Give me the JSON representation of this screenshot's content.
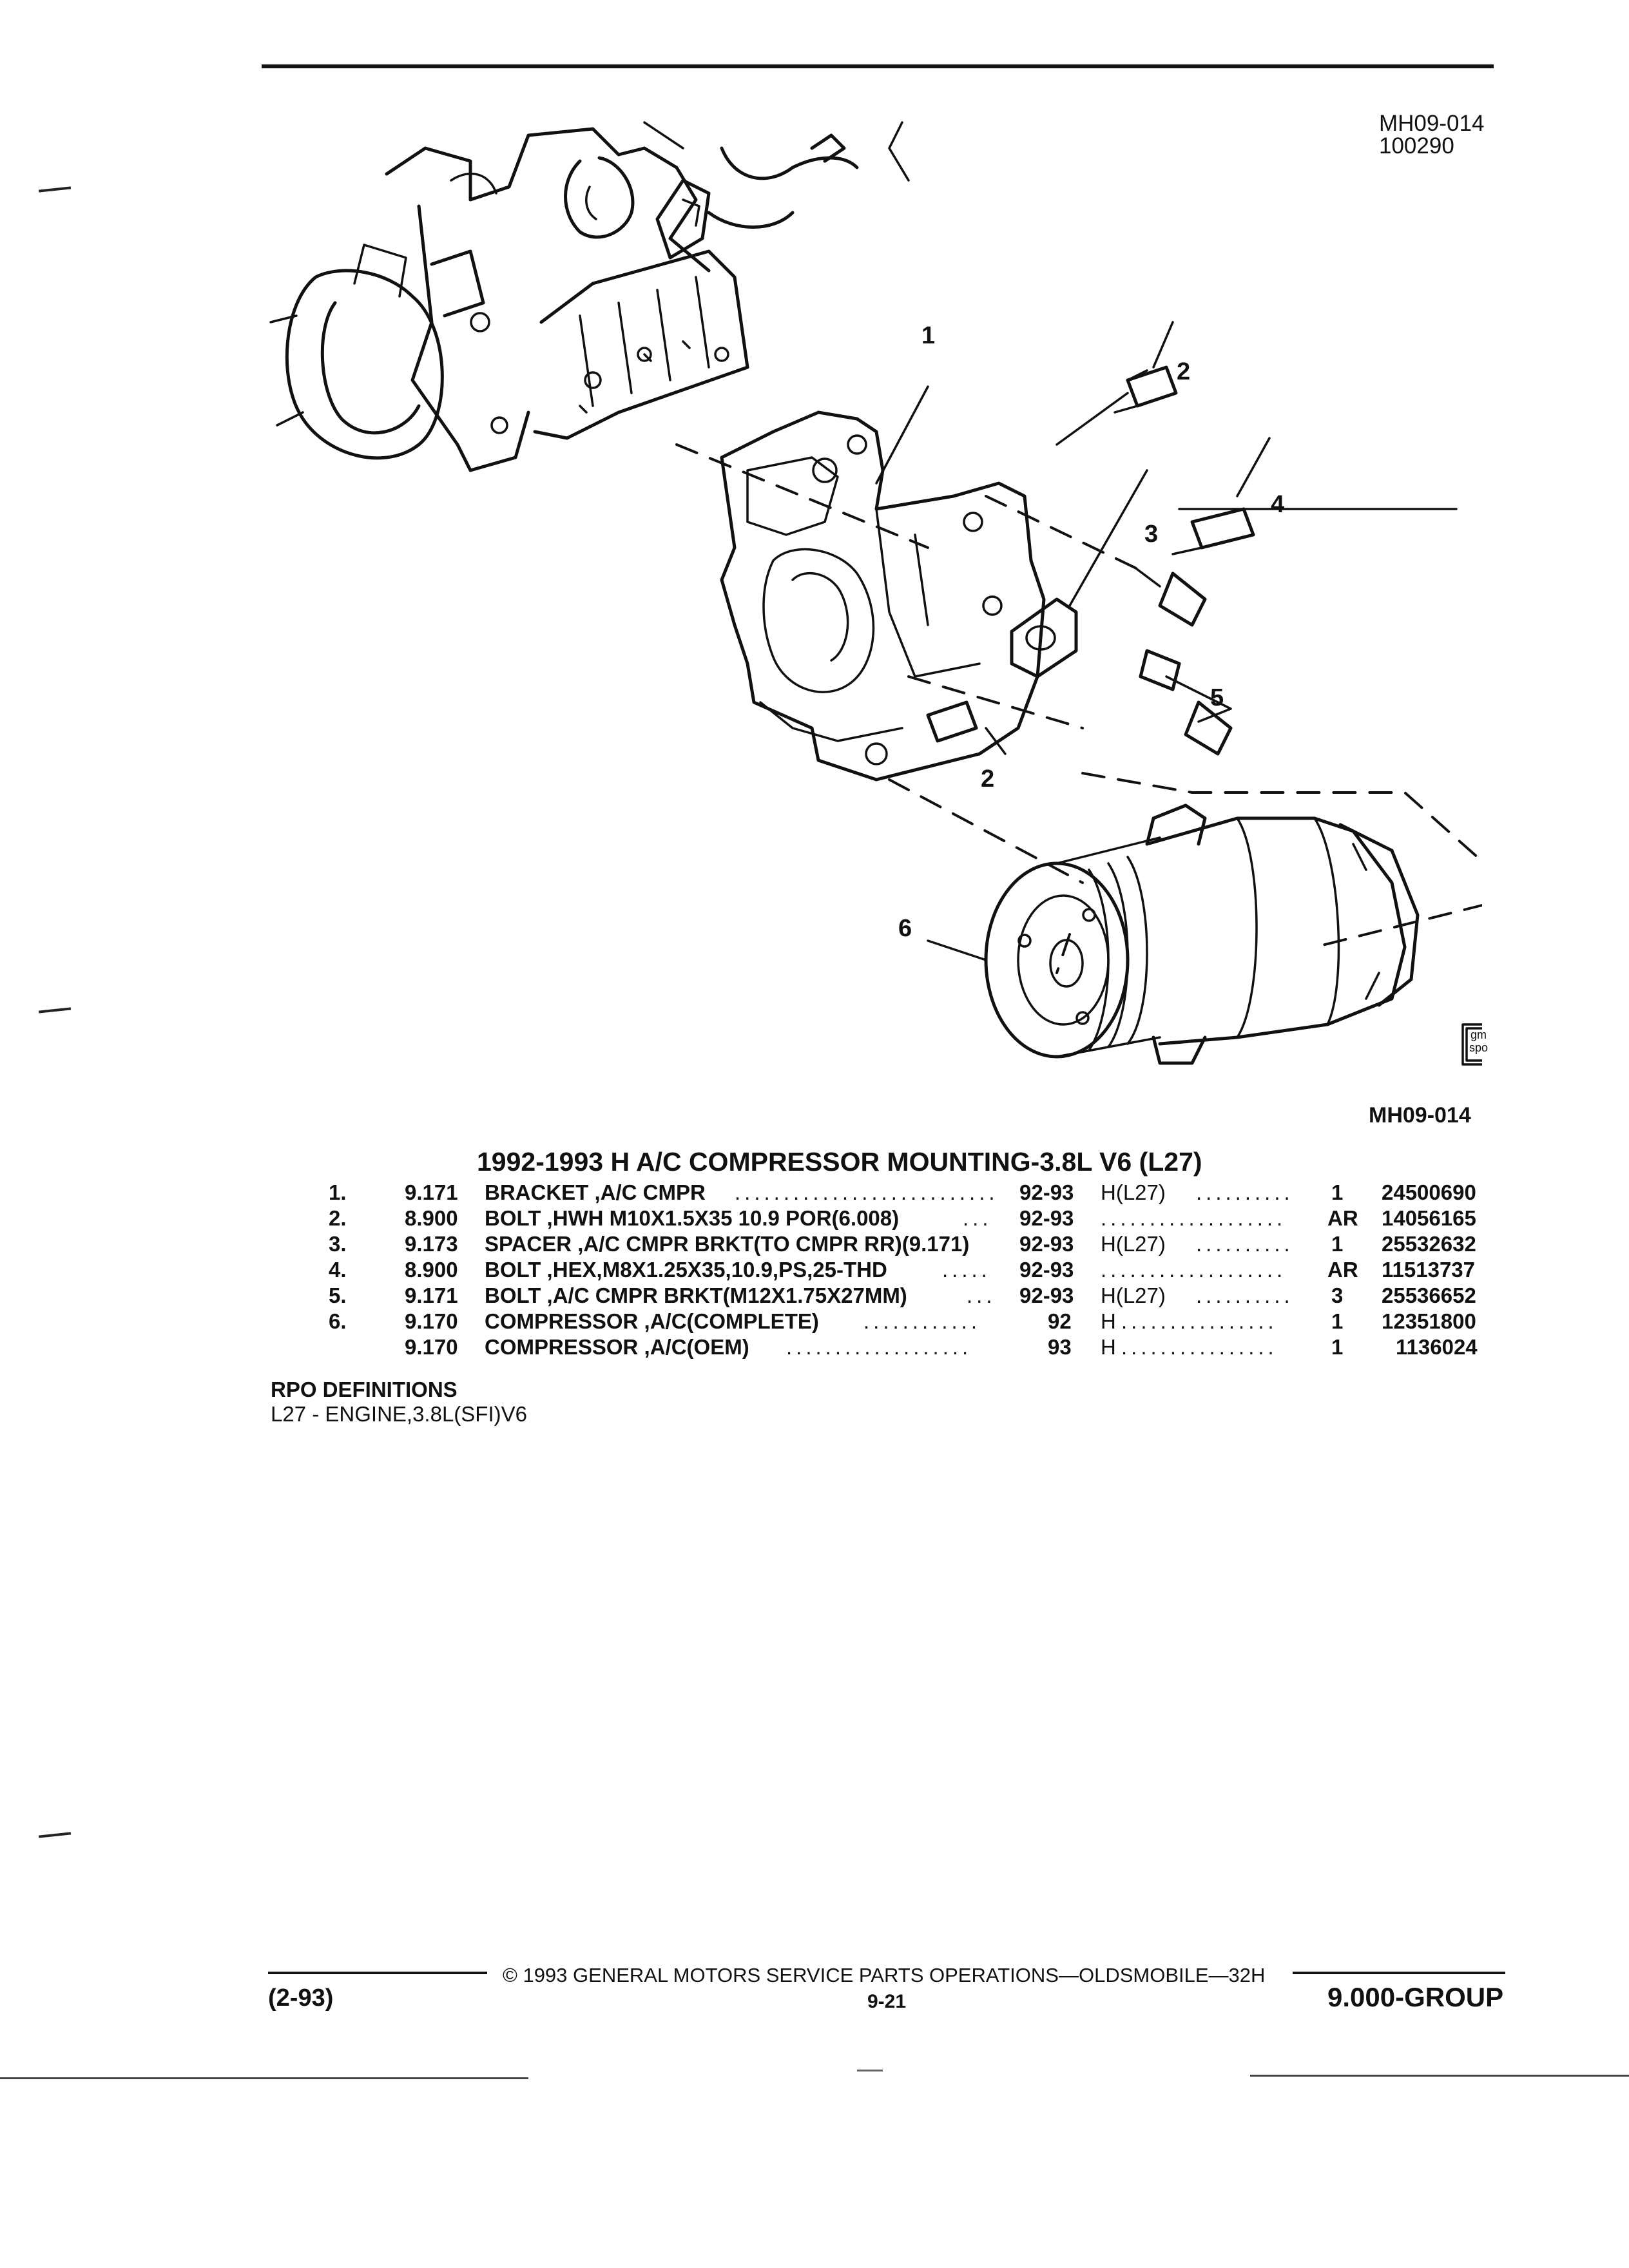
{
  "header": {
    "ref_code": "MH09-014",
    "ref_date": "100290"
  },
  "diagram": {
    "figure_code": "MH09-014",
    "callouts": [
      "1",
      "2",
      "3",
      "4",
      "5",
      "2",
      "6"
    ],
    "logo_text": [
      "gm",
      "spo"
    ]
  },
  "parts": {
    "title": "1992-1993 H A/C COMPRESSOR MOUNTING-3.8L V6 (L27)",
    "rows": [
      {
        "item": "1.",
        "group": "9.171",
        "desc": "BRACKET ,A/C CMPR",
        "years": "92-93",
        "usage": "H(L27)",
        "qty": "1",
        "part": "24500690"
      },
      {
        "item": "2.",
        "group": "8.900",
        "desc": "BOLT ,HWH M10X1.5X35 10.9 POR(6.008)",
        "years": "92-93",
        "usage": "",
        "qty": "AR",
        "part": "14056165"
      },
      {
        "item": "3.",
        "group": "9.173",
        "desc": "SPACER ,A/C CMPR BRKT(TO CMPR RR)(9.171)",
        "years": "92-93",
        "usage": "H(L27)",
        "qty": "1",
        "part": "25532632"
      },
      {
        "item": "4.",
        "group": "8.900",
        "desc": "BOLT ,HEX,M8X1.25X35,10.9,PS,25-THD",
        "years": "92-93",
        "usage": "",
        "qty": "AR",
        "part": "11513737"
      },
      {
        "item": "5.",
        "group": "9.171",
        "desc": "BOLT ,A/C CMPR BRKT(M12X1.75X27MM)",
        "years": "92-93",
        "usage": "H(L27)",
        "qty": "3",
        "part": "25536652"
      },
      {
        "item": "6.",
        "group": "9.170",
        "desc": "COMPRESSOR ,A/C(COMPLETE)",
        "years": "92",
        "usage": "H",
        "qty": "1",
        "part": "12351800"
      },
      {
        "item": "",
        "group": "9.170",
        "desc": "COMPRESSOR ,A/C(OEM)",
        "years": "93",
        "usage": "H",
        "qty": "1",
        "part": "1136024"
      }
    ]
  },
  "rpo": {
    "heading": "RPO DEFINITIONS",
    "definition": "L27 - ENGINE,3.8L(SFI)V6"
  },
  "footer": {
    "copyright": "© 1993 GENERAL MOTORS SERVICE PARTS OPERATIONS—OLDSMOBILE—32H",
    "date_code": "(2-93)",
    "page_number": "9-21",
    "group": "9.000-GROUP"
  }
}
